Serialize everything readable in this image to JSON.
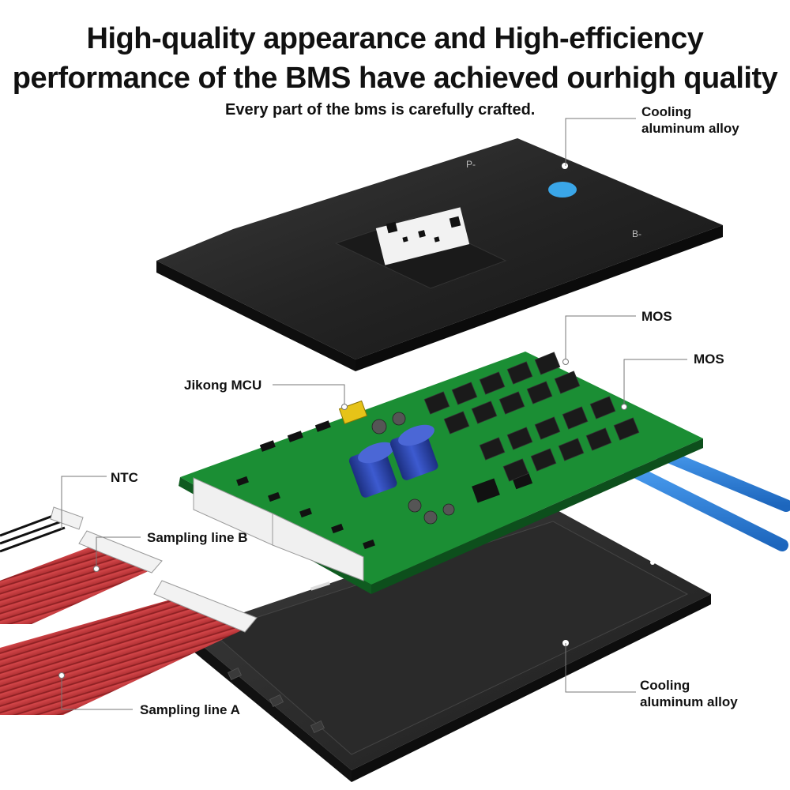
{
  "headline": {
    "line1": "High-quality appearance and High-efficiency",
    "line2": "performance of the BMS have achieved ourhigh quality"
  },
  "subtitle": "Every part of the bms is carefully crafted.",
  "callouts": {
    "cooling_top": [
      "Cooling",
      "aluminum alloy"
    ],
    "mos_1": "MOS",
    "mos_2": "MOS",
    "mcu": "Jikong MCU",
    "ntc": "NTC",
    "sampling_b": "Sampling line B",
    "sampling_a": "Sampling line A",
    "cooling_bottom": [
      "Cooling",
      "aluminum alloy"
    ]
  },
  "cover_marks": {
    "p_minus": "P-",
    "b_minus": "B-"
  },
  "colors": {
    "cover": "#232323",
    "pcb": "#1f9b3a",
    "wire_red": "#c8373a",
    "wire_blue": "#2c7fd6",
    "capacitor": "#2a44a8",
    "leader_line": "#777777"
  }
}
